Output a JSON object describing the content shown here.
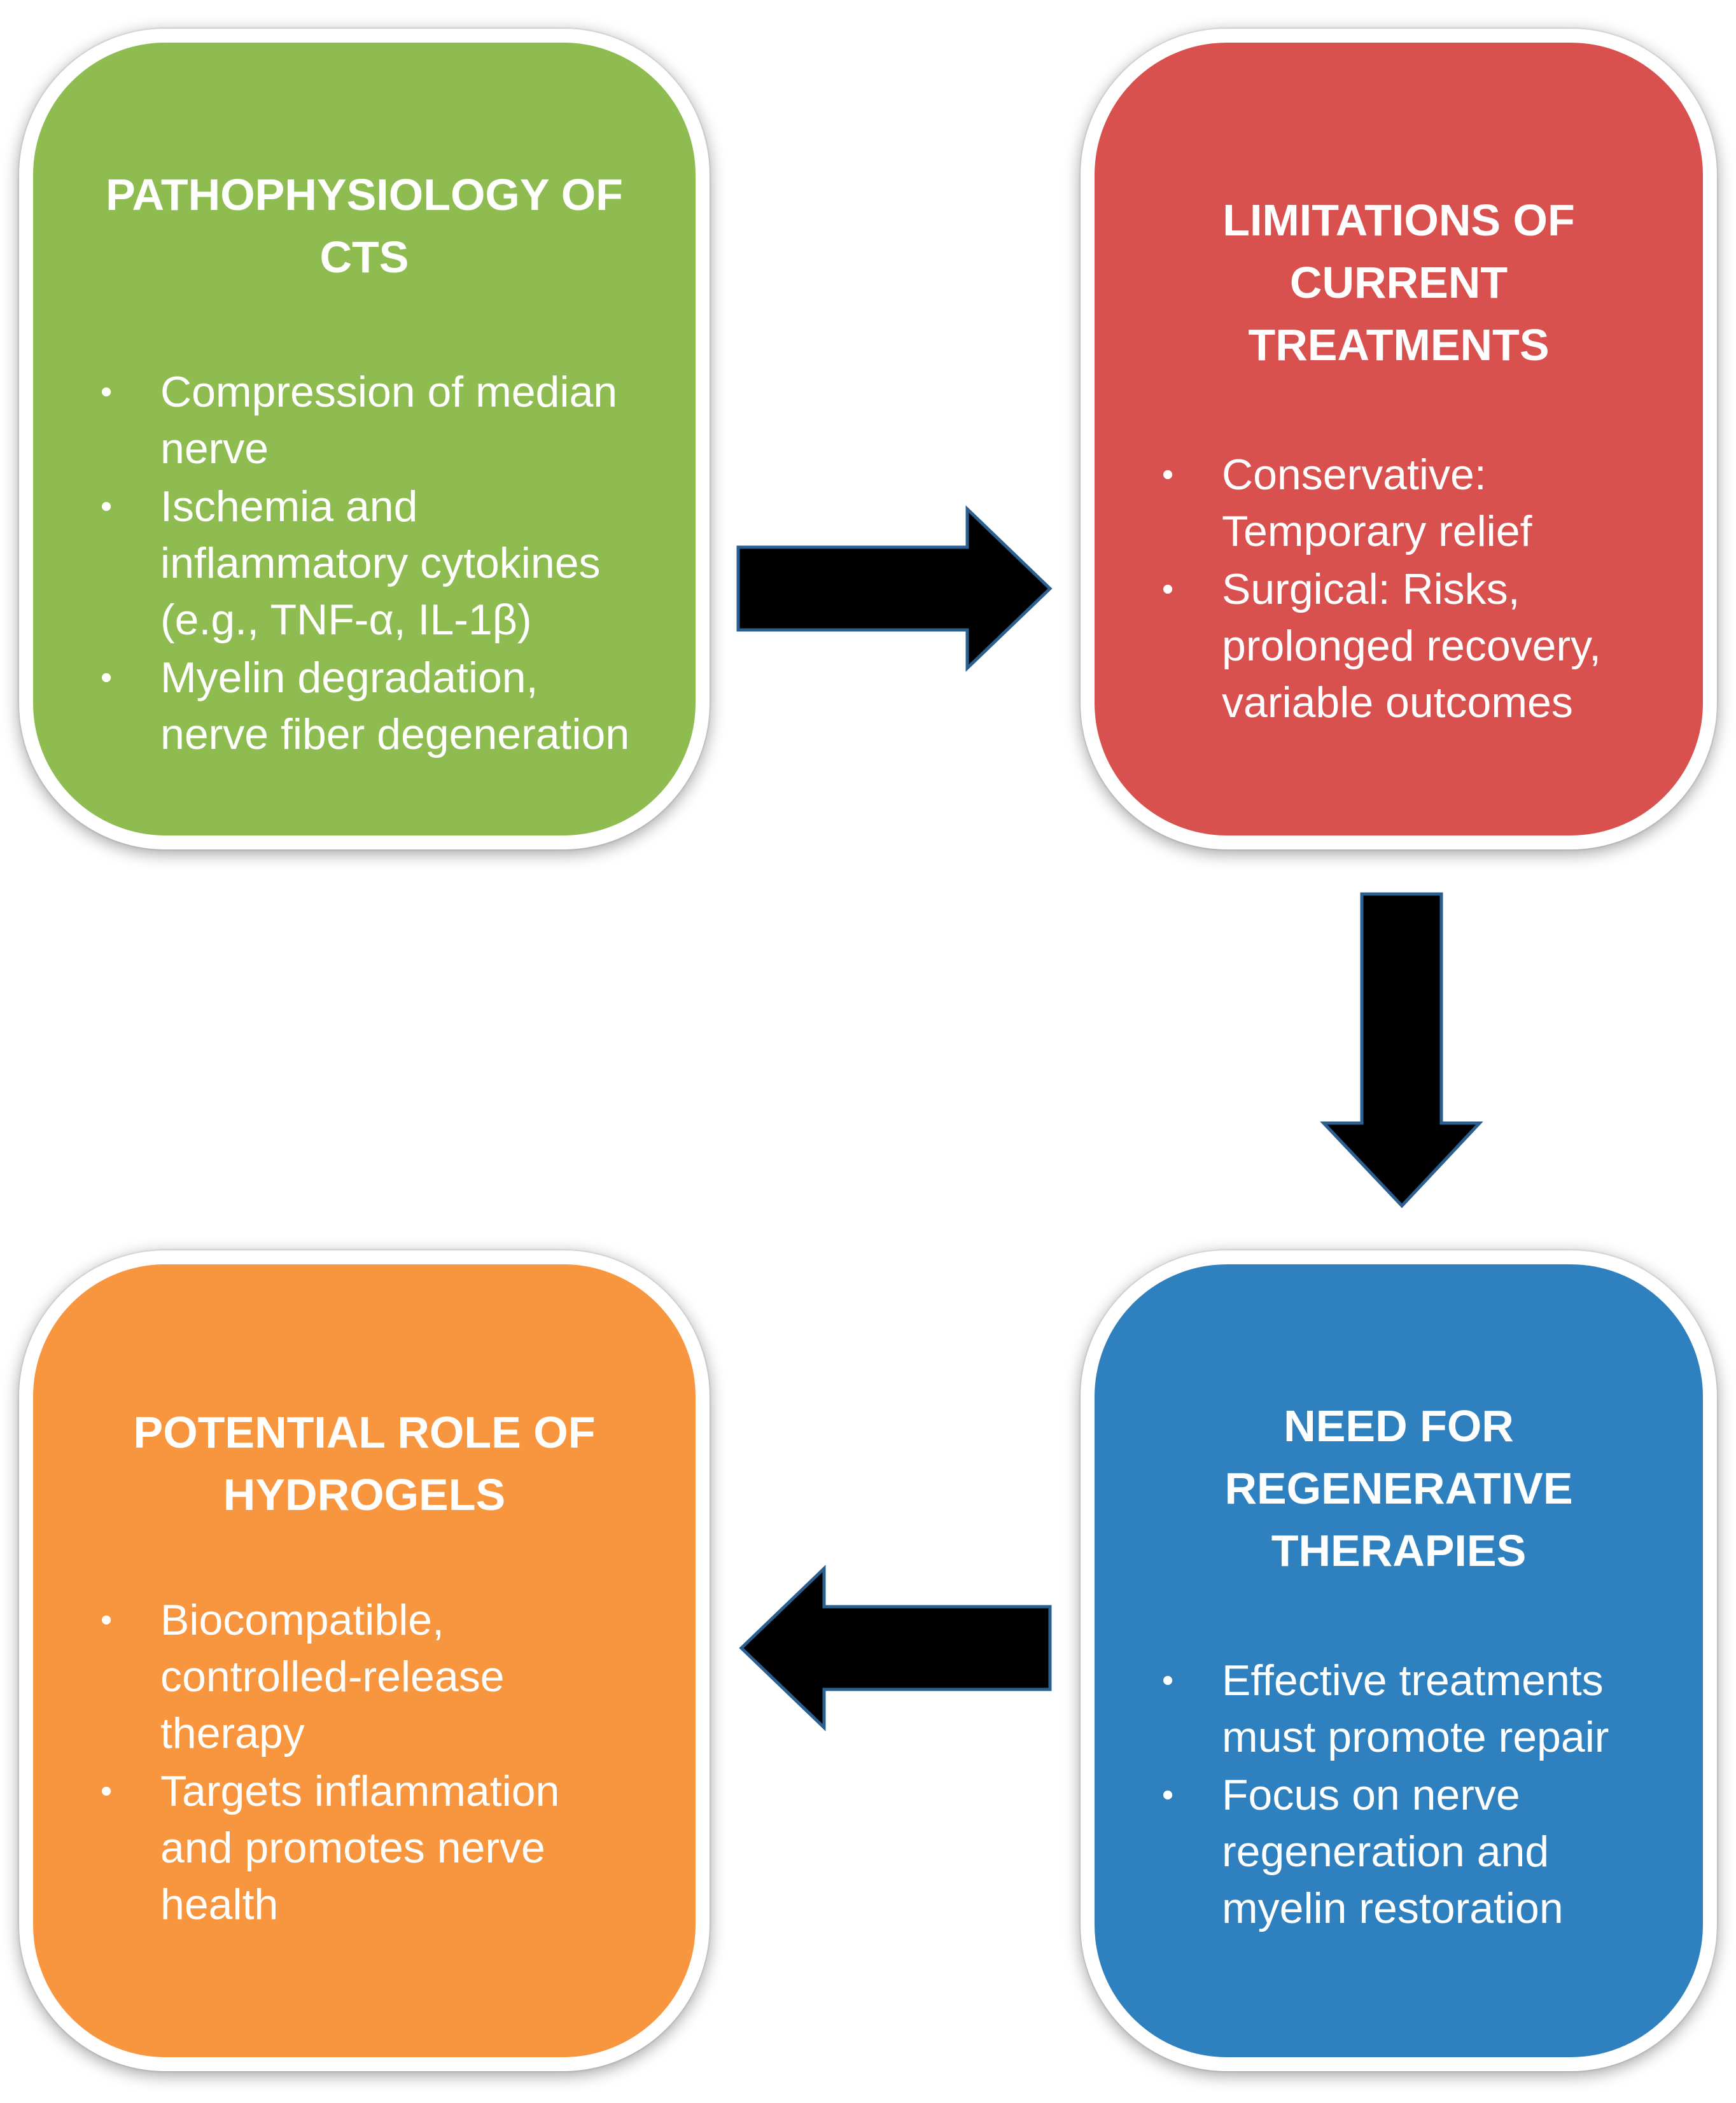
{
  "colors": {
    "patho": "#8fbc51",
    "limits": "#d9514e",
    "need": "#2e81be",
    "potential": "#f8963f",
    "arrow_fill": "#000000",
    "arrow_stroke": "#2a5f8f"
  },
  "boxes": {
    "patho": {
      "title": "PATHOPHYSIOLOGY OF\nCTS",
      "items": [
        "Compression of median\nnerve",
        "Ischemia and\ninflammatory cytokines\n(e.g., TNF-α, IL-1β)",
        "Myelin degradation,\nnerve fiber degeneration"
      ]
    },
    "limits": {
      "title": "LIMITATIONS OF\nCURRENT\nTREATMENTS",
      "items": [
        "Conservative:\nTemporary relief",
        "Surgical: Risks,\nprolonged recovery,\nvariable outcomes"
      ]
    },
    "need": {
      "title": "NEED FOR\nREGENERATIVE\nTHERAPIES",
      "items": [
        "Effective treatments\nmust promote repair",
        "Focus on nerve\nregeneration and\nmyelin restoration"
      ]
    },
    "potential": {
      "title": "POTENTIAL ROLE OF\nHYDROGELS",
      "items": [
        "Biocompatible,\ncontrolled-release\ntherapy",
        "Targets inflammation\nand promotes nerve\nhealth"
      ]
    }
  },
  "bullet_glyph": "•"
}
